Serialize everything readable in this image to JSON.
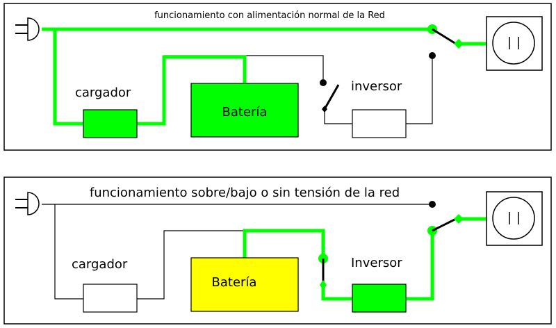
{
  "colors": {
    "live_wire": "#00ff00",
    "active_block": "#00ff00",
    "battery_discharging": "#ffff00",
    "idle_block": "#ffffff",
    "outline": "#000000"
  },
  "panels": [
    {
      "title": "funcionamiento con alimentación normal  de la Red",
      "charger_label": "cargador",
      "battery_label": "Batería",
      "inverter_label": "inversor"
    },
    {
      "title": "funcionamiento sobre/bajo o sin tensión de la red",
      "charger_label": "cargador",
      "battery_label": "Batería",
      "inverter_label": "Inversor"
    }
  ],
  "icons": [
    "plug-icon",
    "outlet-icon",
    "switch-icon"
  ]
}
